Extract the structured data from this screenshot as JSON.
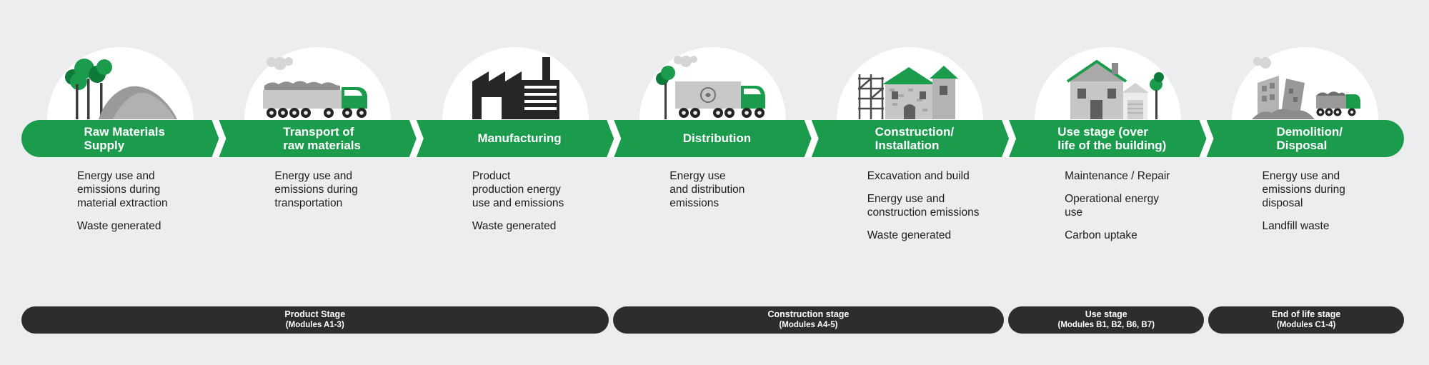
{
  "colors": {
    "background": "#ecedee",
    "green": "#1b9c4d",
    "green_dark": "#0e7a39",
    "dark_bar": "#2d2d2d",
    "text": "#1d1d1b",
    "white": "#ffffff"
  },
  "stages": [
    {
      "title": "Raw Materials\nSupply",
      "icon": "trees-and-mound-icon",
      "points": [
        "Energy use and\nemissions during\nmaterial extraction",
        "Waste generated"
      ]
    },
    {
      "title": "Transport of\nraw materials",
      "icon": "raw-materials-truck-icon",
      "points": [
        "Energy use and\nemissions during\ntransportation"
      ]
    },
    {
      "title": "Manufacturing",
      "icon": "factory-icon",
      "points": [
        "Product\nproduction energy\nuse and emissions",
        "Waste generated"
      ]
    },
    {
      "title": "Distribution",
      "icon": "distribution-truck-icon",
      "points": [
        "Energy use\nand distribution\nemissions"
      ]
    },
    {
      "title": "Construction/\nInstallation",
      "icon": "building-with-scaffolding-icon",
      "points": [
        "Excavation and build",
        "Energy use and\nconstruction emissions",
        "Waste generated"
      ]
    },
    {
      "title": "Use stage (over\nlife of the building)",
      "icon": "house-icon",
      "points": [
        "Maintenance / Repair",
        "Operational energy\nuse",
        "Carbon uptake"
      ]
    },
    {
      "title": "Demolition/\nDisposal",
      "icon": "demolition-rubble-icon",
      "points": [
        "Energy use and\nemissions during\ndisposal",
        "Landfill waste"
      ]
    }
  ],
  "timeline": [
    {
      "title": "Product Stage",
      "modules": "(Modules A1-3)",
      "span": 3
    },
    {
      "title": "Construction stage",
      "modules": "(Modules A4-5)",
      "span": 2
    },
    {
      "title": "Use stage",
      "modules": "(Modules B1, B2, B6, B7)",
      "span": 1
    },
    {
      "title": "End of life stage",
      "modules": "(Modules C1-4)",
      "span": 1
    }
  ]
}
